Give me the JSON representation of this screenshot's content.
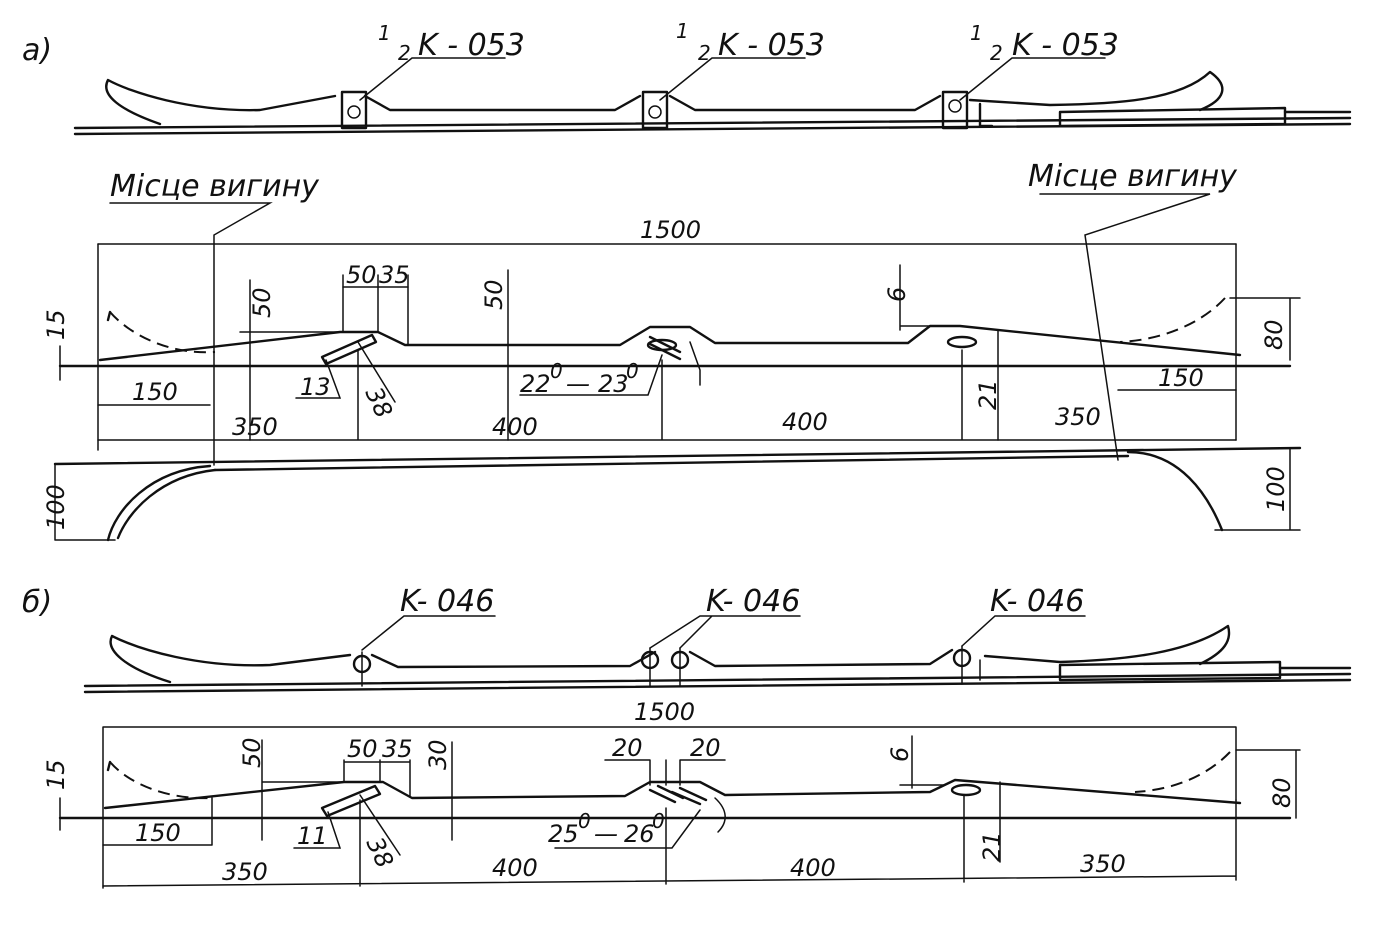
{
  "diagrams": {
    "a": {
      "marker": "а)",
      "parts": [
        "K - 053",
        "K - 053",
        "K - 053"
      ],
      "fraction_num": "1",
      "fraction_den": "2",
      "bend_labels": [
        "Місце вигину",
        "Місце вигину"
      ],
      "dims": {
        "total": "1500",
        "d50": "50",
        "d35": "35",
        "d50b": "50",
        "d6": "6",
        "d15": "15",
        "d80": "80",
        "d150l": "150",
        "d150r": "150",
        "d13": "13",
        "d38": "38",
        "angle_a": "22",
        "angle_b": "23",
        "deg": "0",
        "dash": "—",
        "d21": "21",
        "s350l": "350",
        "s400l": "400",
        "s400r": "400",
        "s350r": "350",
        "d100l": "100",
        "d100r": "100"
      }
    },
    "b": {
      "marker": "б)",
      "parts": [
        "K- 046",
        "K- 046",
        "K- 046"
      ],
      "dims": {
        "total": "1500",
        "d50": "50",
        "d35": "35",
        "d50b": "50",
        "d30": "30",
        "d20l": "20",
        "d20r": "20",
        "d6": "6",
        "d15": "15",
        "d80": "80",
        "d150": "150",
        "d11": "11",
        "d38": "38",
        "angle_a": "25",
        "angle_b": "26",
        "deg": "0",
        "dash": "—",
        "d21": "21",
        "s350l": "350",
        "s400l": "400",
        "s400r": "400",
        "s350r": "350"
      }
    }
  }
}
